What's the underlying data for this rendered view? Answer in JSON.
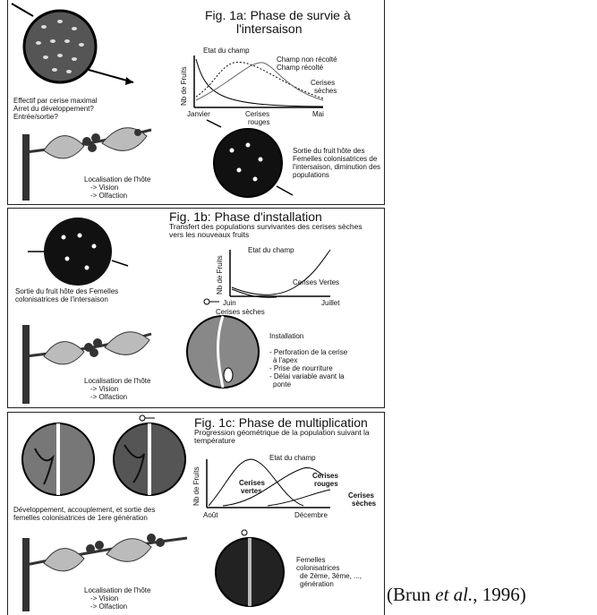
{
  "panels": [
    {
      "title_line1": "Fig. 1a: Phase de survie à",
      "title_line2": "l'intersaison",
      "left_labels": [
        "Effectif par cerise maximal",
        "Arret du développement?",
        "Entrée/sortie?"
      ],
      "host_labels": [
        "Localisation de l'hôte",
        "-> Vision",
        "-> Olfaction"
      ],
      "right_labels": [
        "Sortie du fruit hôte des",
        "Femelles colonisatrices de",
        "l'intersaison, diminution des",
        "populations"
      ],
      "chart": {
        "ylabel": "Nb de Fruits",
        "field_state": "Etat du champ",
        "series": [
          "Champ non récolté",
          "Champ récolté"
        ],
        "curve_label_1": "Cerises",
        "curve_label_2": "sèches",
        "x_ticks": [
          "Janvier",
          "Cerises",
          "rouges",
          "Mai"
        ]
      }
    },
    {
      "title": "Fig. 1b: Phase d'installation",
      "subtitle_line1": "Transfert des populations survivantes des cerises sèches",
      "subtitle_line2": "vers les nouveaux fruits",
      "left_labels": [
        "Sortie du fruit hôte des Femelles",
        "colonisatrices de l'intersaison"
      ],
      "host_labels": [
        "Localisation de l'hôte",
        "-> Vision",
        "-> Olfaction"
      ],
      "chart": {
        "ylabel": "Nb de Fruits",
        "field_state": "Etat du champ",
        "curve_label_green": "Cerises Vertes",
        "x_ticks": [
          "Juin",
          "Juillet"
        ],
        "dry_label": "Cerises sèches"
      },
      "install_title": "Installation",
      "install_items": [
        "- Perforation de la cerise",
        "à l'apex",
        "- Prise de nourriture",
        "- Délai variable avant la",
        "ponte"
      ]
    },
    {
      "title": "Fig. 1c: Phase de multiplication",
      "subtitle_line1": "Progression géométrique de la population suivant la",
      "subtitle_line2": "température",
      "left_labels": [
        "Développement, accouplement, et sortie des",
        "femelles colonisatrices de 1ere génération"
      ],
      "host_labels": [
        "Localisation de l'hôte",
        "-> Vision",
        "-> Olfaction"
      ],
      "chart": {
        "ylabel": "Nb de Fruits",
        "field_state": "Etat du champ",
        "green_1": "Cerises",
        "green_2": "vertes",
        "red_1": "Cerises",
        "red_2": "rouges",
        "dry_1": "Cerises",
        "dry_2": "sèches",
        "x_ticks": [
          "Août",
          "Décembre"
        ]
      },
      "right_labels": [
        "Femelles",
        "colonisatrices",
        "de 2ème, 3ème, ...,",
        "génération"
      ]
    }
  ],
  "citation": {
    "prefix": "(Brun ",
    "italic": "et al.",
    "suffix": ", 1996)"
  }
}
